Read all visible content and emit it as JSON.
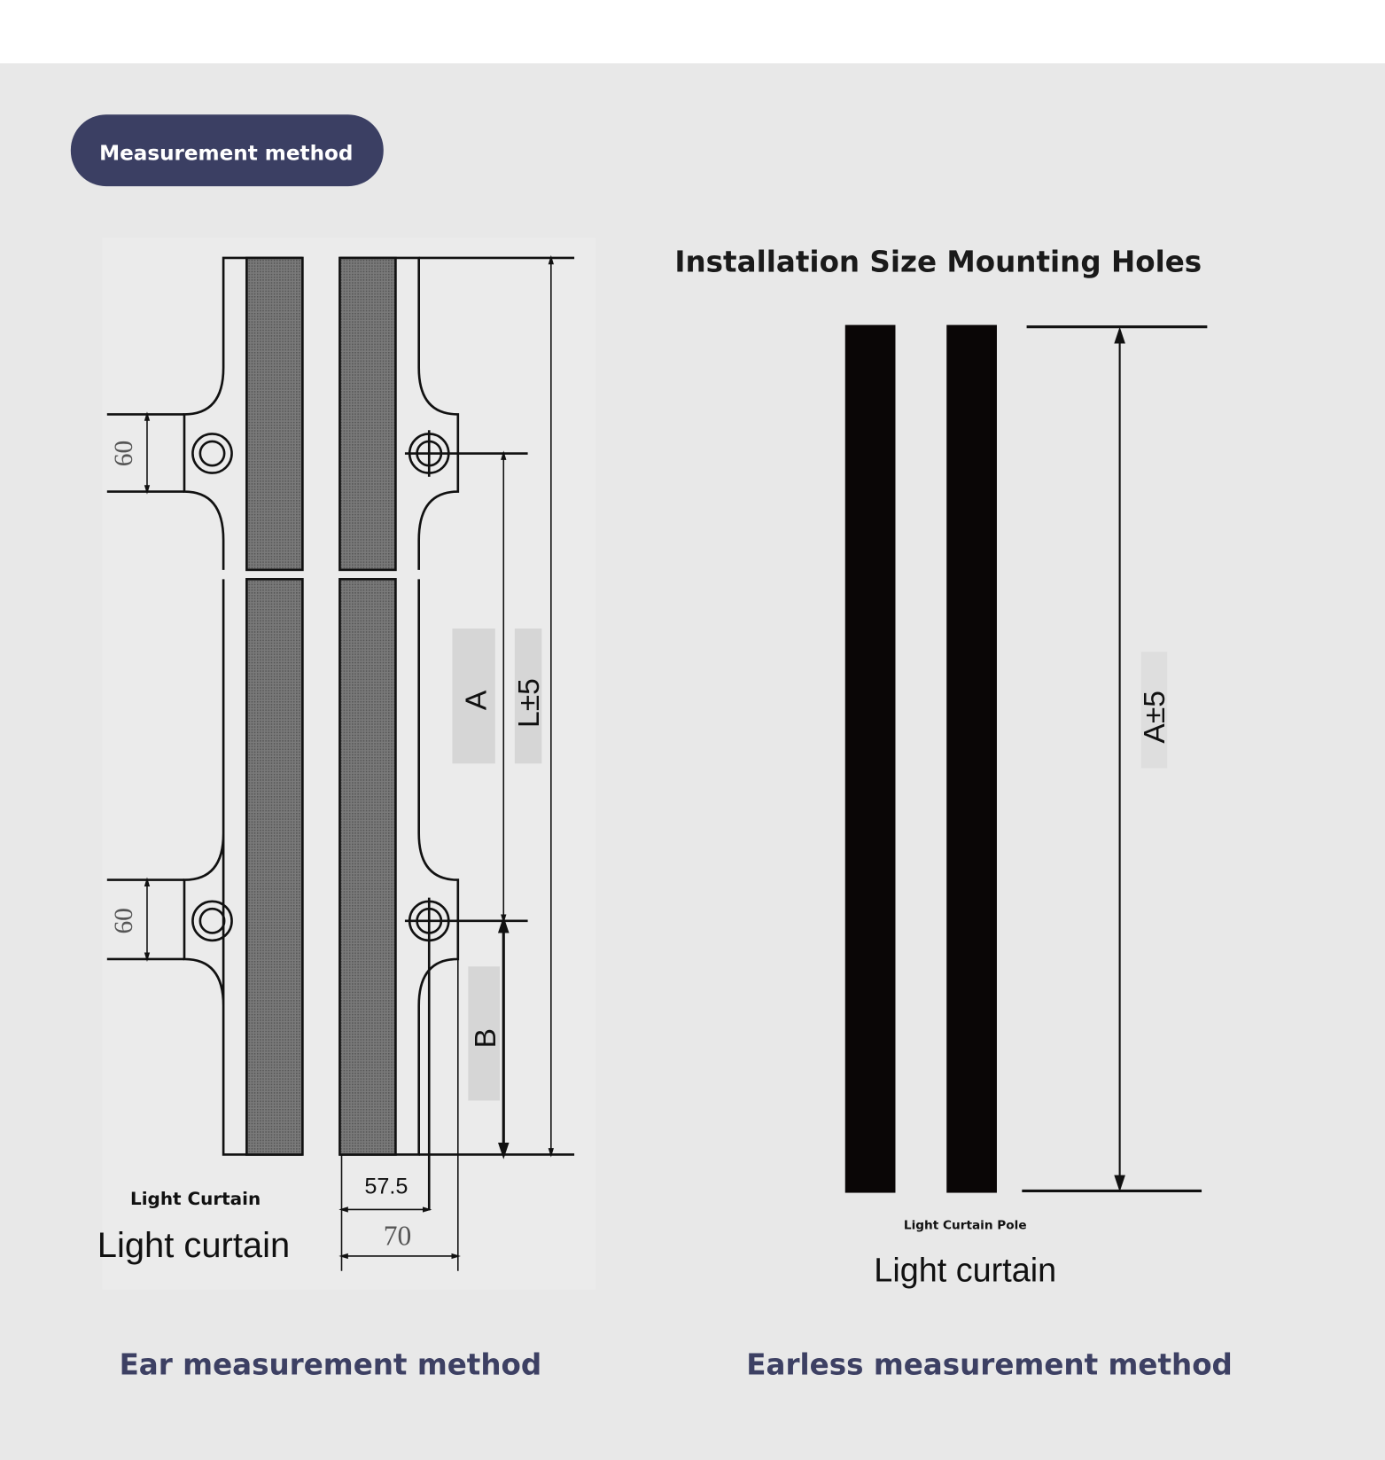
{
  "badge": {
    "label": "Measurement method",
    "color": "#3b3f63"
  },
  "right_panel": {
    "title": "Installation Size Mounting Holes"
  },
  "ear_diagram": {
    "dim_ear_top": "60",
    "dim_ear_bottom": "60",
    "label_a": "A",
    "label_l": "L±5",
    "label_b": "B",
    "dim_inner_width": "57.5",
    "dim_outer_width": "70",
    "caption_small": "Light Curtain",
    "caption_large": "Light curtain"
  },
  "earless_diagram": {
    "label_a": "A±5",
    "caption_small": "Light Curtain Pole",
    "caption_large": "Light curtain"
  },
  "captions": {
    "left": "Ear measurement method",
    "right": "Earless measurement method",
    "color": "#3d4063"
  }
}
